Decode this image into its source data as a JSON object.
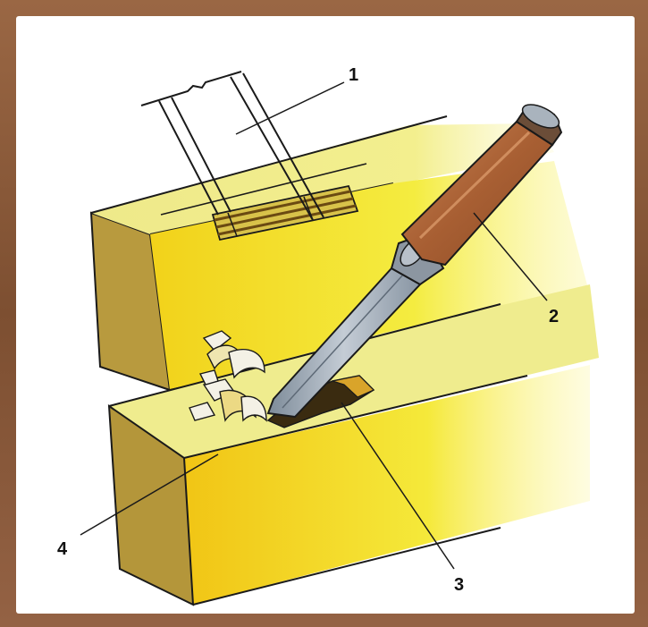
{
  "diagram": {
    "callouts": [
      {
        "id": "1",
        "text": "1"
      },
      {
        "id": "2",
        "text": "2"
      },
      {
        "id": "3",
        "text": "3"
      },
      {
        "id": "4",
        "text": "4"
      }
    ]
  },
  "colors": {
    "wood_face": "#f3ea3a",
    "wood_top": "#e8e78a",
    "wood_end": "#b59a3c",
    "handle": "#b26a3c",
    "blade": "#9aa6b3",
    "outline": "#1a1a1a"
  }
}
